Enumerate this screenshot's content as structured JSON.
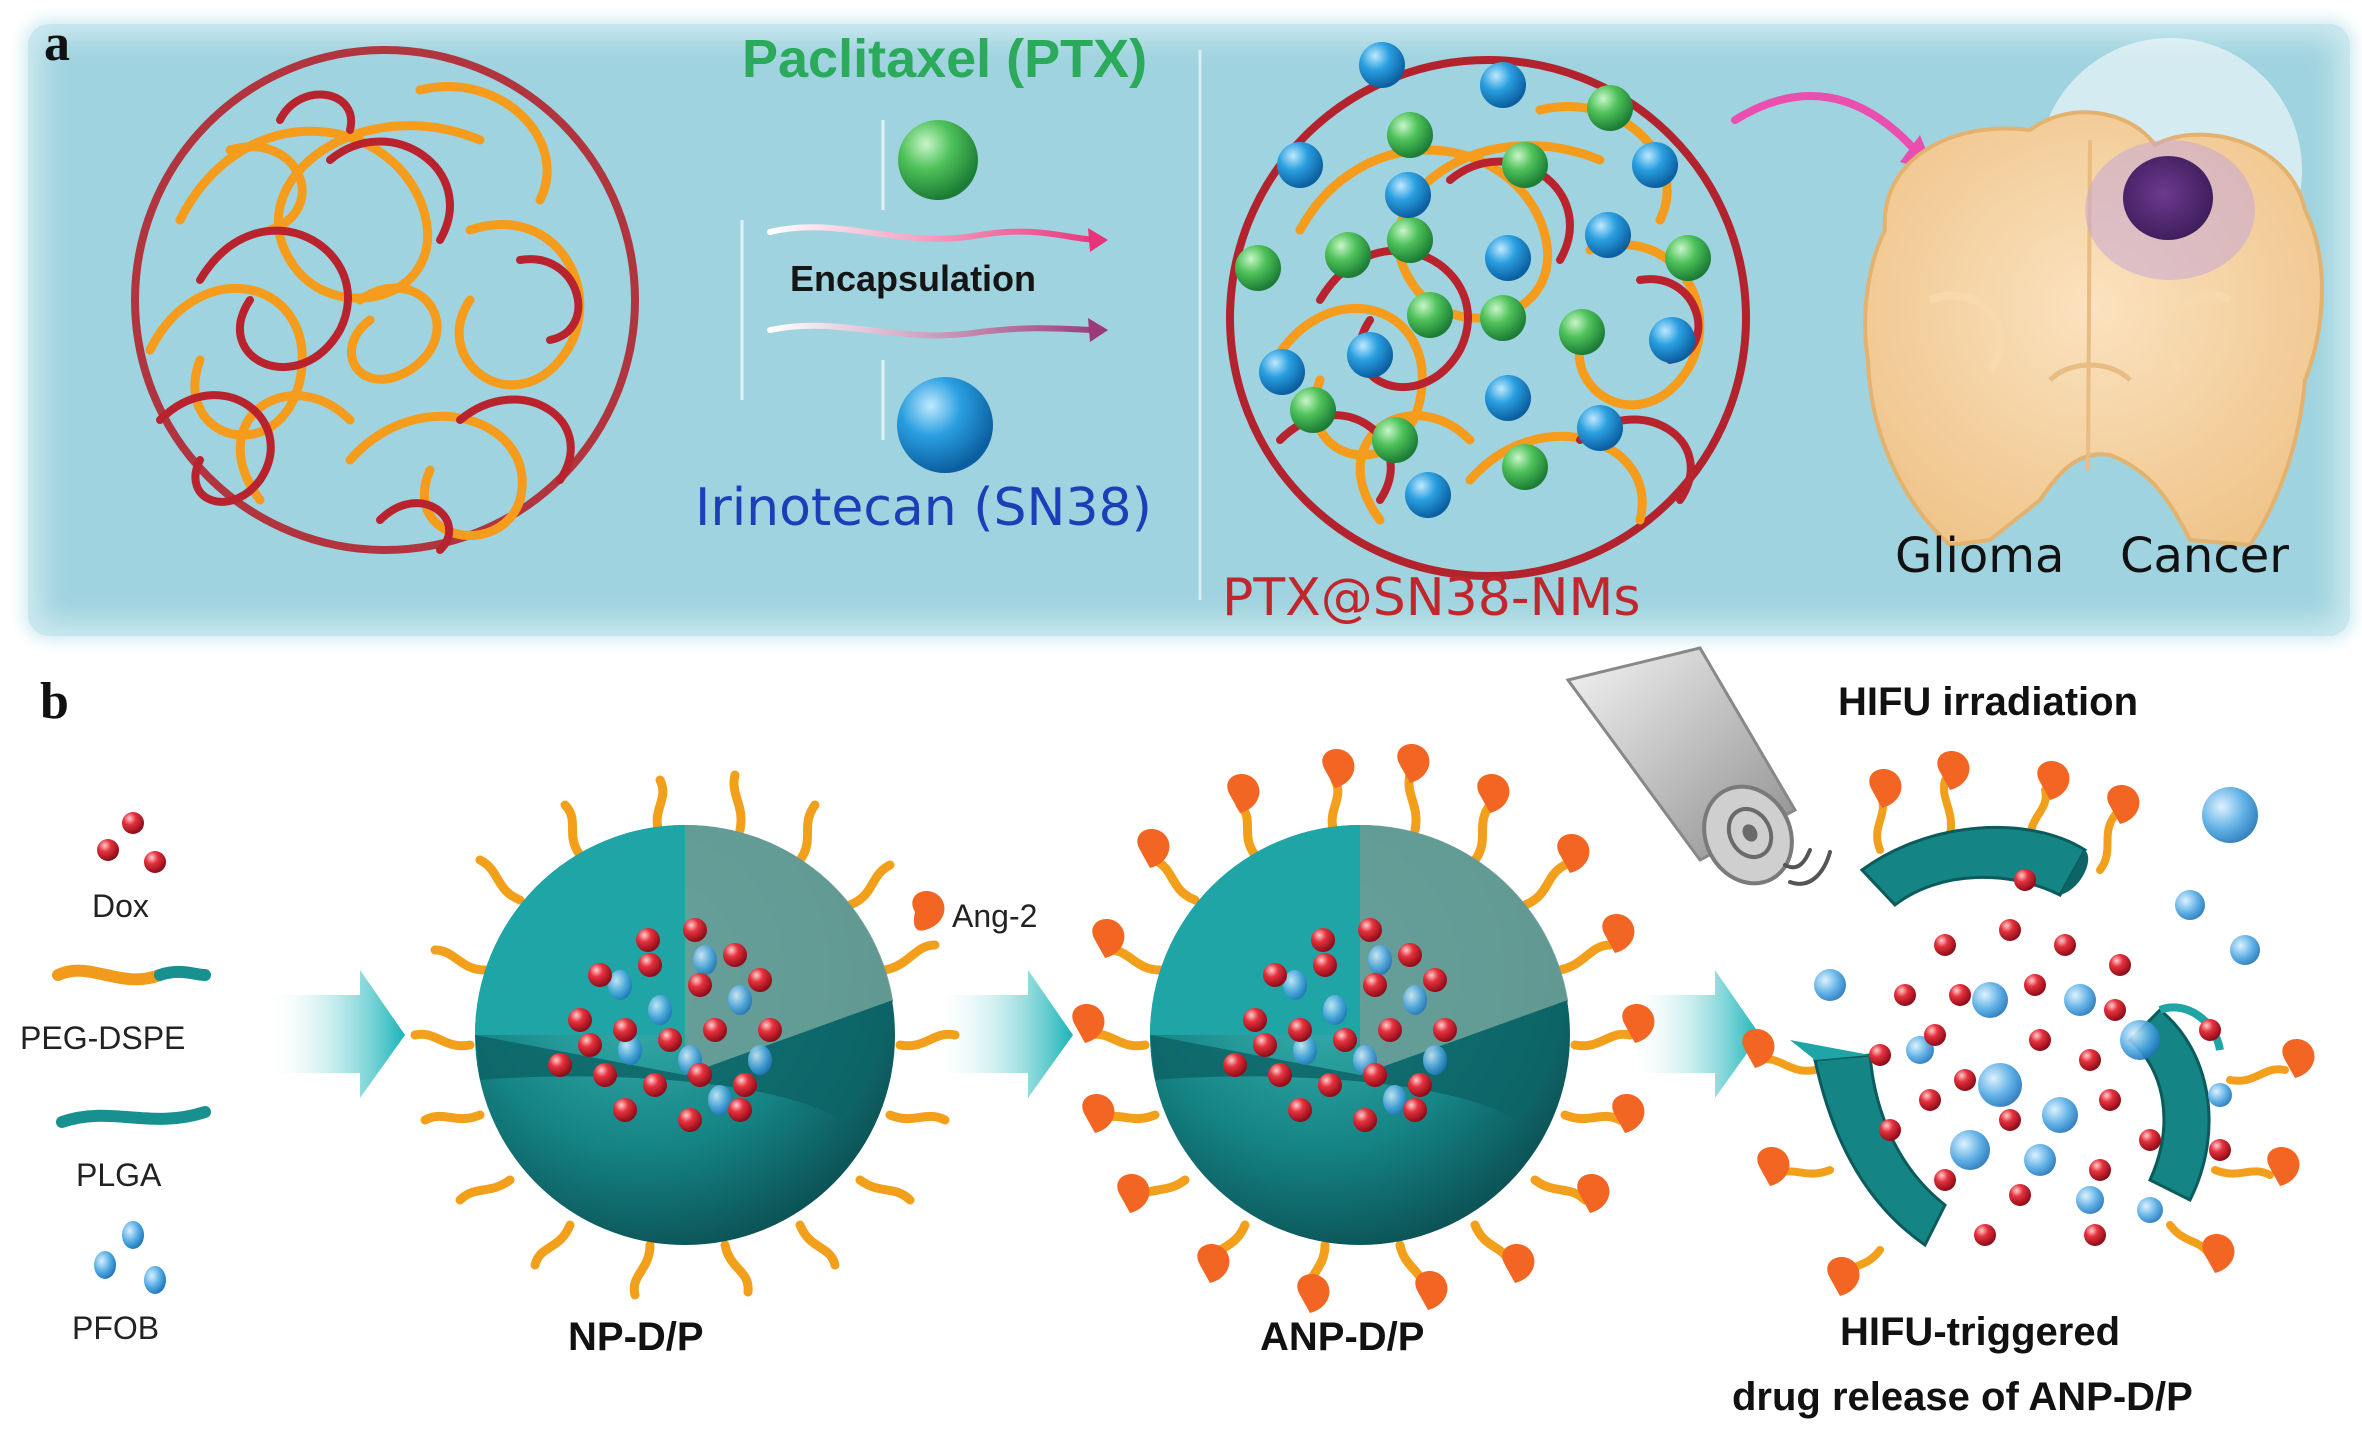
{
  "panel_a": {
    "letter": "a",
    "ptx_label": "Paclitaxel (PTX)",
    "encapsulation_label": "Encapsulation",
    "sn38_label": "Irinotecan (SN38)",
    "nm_label": "PTX@SN38-NMs",
    "glioma_label": "Glioma",
    "cancer_label": "Cancer"
  },
  "panel_b": {
    "letter": "b",
    "legend": {
      "dox": "Dox",
      "peg_dspe": "PEG-DSPE",
      "plga": "PLGA",
      "pfob": "PFOB"
    },
    "ang2_label": "Ang-2",
    "hifu_label": "HIFU irradiation",
    "np_label": "NP-D/P",
    "anp_label": "ANP-D/P",
    "release_line1": "HIFU-triggered",
    "release_line2": "drug release of ANP-D/P"
  },
  "colors": {
    "ptx_green": "#2aaa5a",
    "sn38_blue": "#1c3fb8",
    "nm_red": "#c0262c",
    "particle_teal": "#127a7e",
    "ligand_orange": "#f29a1c",
    "dox_red": "#d8202f",
    "arrow_cyan": "#2bbcc0"
  }
}
